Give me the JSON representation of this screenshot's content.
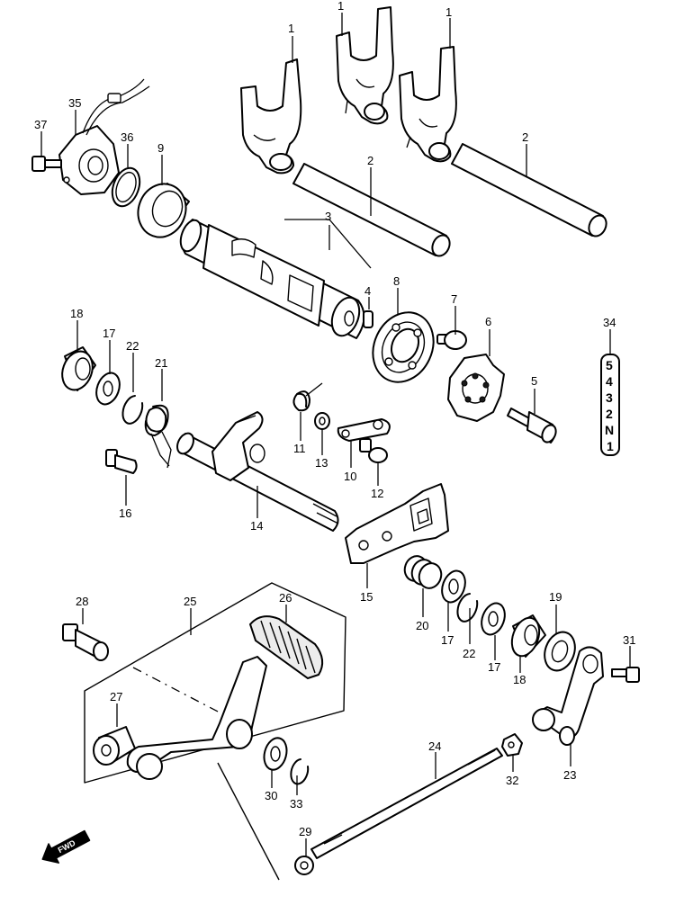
{
  "callouts": [
    {
      "id": "c1a",
      "text": "1"
    },
    {
      "id": "c1b",
      "text": "1"
    },
    {
      "id": "c1c",
      "text": "1"
    },
    {
      "id": "c2a",
      "text": "2"
    },
    {
      "id": "c2b",
      "text": "2"
    },
    {
      "id": "c3",
      "text": "3"
    },
    {
      "id": "c4",
      "text": "4"
    },
    {
      "id": "c5",
      "text": "5"
    },
    {
      "id": "c6",
      "text": "6"
    },
    {
      "id": "c7",
      "text": "7"
    },
    {
      "id": "c8",
      "text": "8"
    },
    {
      "id": "c9",
      "text": "9"
    },
    {
      "id": "c10",
      "text": "10"
    },
    {
      "id": "c11",
      "text": "11"
    },
    {
      "id": "c12",
      "text": "12"
    },
    {
      "id": "c13",
      "text": "13"
    },
    {
      "id": "c14",
      "text": "14"
    },
    {
      "id": "c15",
      "text": "15"
    },
    {
      "id": "c16",
      "text": "16"
    },
    {
      "id": "c17a",
      "text": "17"
    },
    {
      "id": "c17b",
      "text": "17"
    },
    {
      "id": "c17c",
      "text": "17"
    },
    {
      "id": "c18a",
      "text": "18"
    },
    {
      "id": "c18b",
      "text": "18"
    },
    {
      "id": "c19",
      "text": "19"
    },
    {
      "id": "c20",
      "text": "20"
    },
    {
      "id": "c21",
      "text": "21"
    },
    {
      "id": "c22a",
      "text": "22"
    },
    {
      "id": "c22b",
      "text": "22"
    },
    {
      "id": "c23",
      "text": "23"
    },
    {
      "id": "c24",
      "text": "24"
    },
    {
      "id": "c25",
      "text": "25"
    },
    {
      "id": "c26",
      "text": "26"
    },
    {
      "id": "c27",
      "text": "27"
    },
    {
      "id": "c28",
      "text": "28"
    },
    {
      "id": "c29",
      "text": "29"
    },
    {
      "id": "c30",
      "text": "30"
    },
    {
      "id": "c31",
      "text": "31"
    },
    {
      "id": "c32",
      "text": "32"
    },
    {
      "id": "c33",
      "text": "33"
    },
    {
      "id": "c34",
      "text": "34"
    },
    {
      "id": "c35",
      "text": "35"
    },
    {
      "id": "c36",
      "text": "36"
    },
    {
      "id": "c37",
      "text": "37"
    }
  ],
  "gear_indicator": [
    "5",
    "4",
    "3",
    "2",
    "N",
    "1"
  ],
  "fwd_label": "FWD",
  "colors": {
    "line": "#000000",
    "background": "#ffffff",
    "shade": "#ececec"
  }
}
